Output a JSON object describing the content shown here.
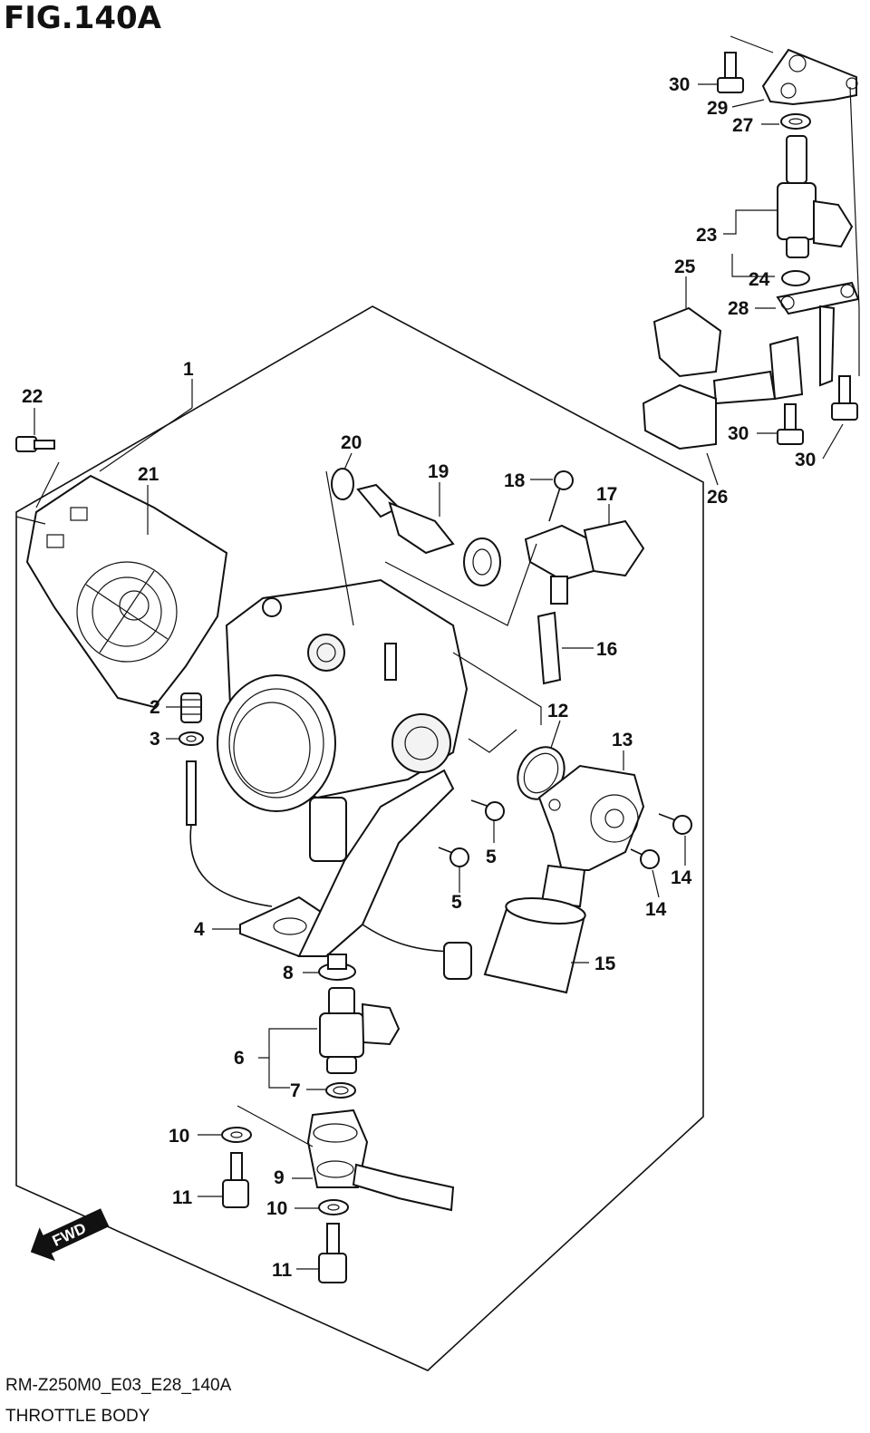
{
  "header": {
    "title": "FIG.140A"
  },
  "footer": {
    "code": "RM-Z250M0_E03_E28_140A",
    "name": "THROTTLE BODY"
  },
  "fwd_label": "FWD",
  "callouts": [
    {
      "id": "1",
      "label": "1"
    },
    {
      "id": "2",
      "label": "2"
    },
    {
      "id": "3",
      "label": "3"
    },
    {
      "id": "4",
      "label": "4"
    },
    {
      "id": "5a",
      "label": "5"
    },
    {
      "id": "5b",
      "label": "5"
    },
    {
      "id": "6",
      "label": "6"
    },
    {
      "id": "7",
      "label": "7"
    },
    {
      "id": "8",
      "label": "8"
    },
    {
      "id": "9",
      "label": "9"
    },
    {
      "id": "10a",
      "label": "10"
    },
    {
      "id": "10b",
      "label": "10"
    },
    {
      "id": "11a",
      "label": "11"
    },
    {
      "id": "11b",
      "label": "11"
    },
    {
      "id": "12",
      "label": "12"
    },
    {
      "id": "13",
      "label": "13"
    },
    {
      "id": "14a",
      "label": "14"
    },
    {
      "id": "14b",
      "label": "14"
    },
    {
      "id": "15",
      "label": "15"
    },
    {
      "id": "16",
      "label": "16"
    },
    {
      "id": "17",
      "label": "17"
    },
    {
      "id": "18",
      "label": "18"
    },
    {
      "id": "19",
      "label": "19"
    },
    {
      "id": "20",
      "label": "20"
    },
    {
      "id": "21",
      "label": "21"
    },
    {
      "id": "22",
      "label": "22"
    },
    {
      "id": "23",
      "label": "23"
    },
    {
      "id": "24",
      "label": "24"
    },
    {
      "id": "25",
      "label": "25"
    },
    {
      "id": "26",
      "label": "26"
    },
    {
      "id": "27",
      "label": "27"
    },
    {
      "id": "28",
      "label": "28"
    },
    {
      "id": "29",
      "label": "29"
    },
    {
      "id": "30a",
      "label": "30"
    },
    {
      "id": "30b",
      "label": "30"
    },
    {
      "id": "30c",
      "label": "30"
    }
  ]
}
